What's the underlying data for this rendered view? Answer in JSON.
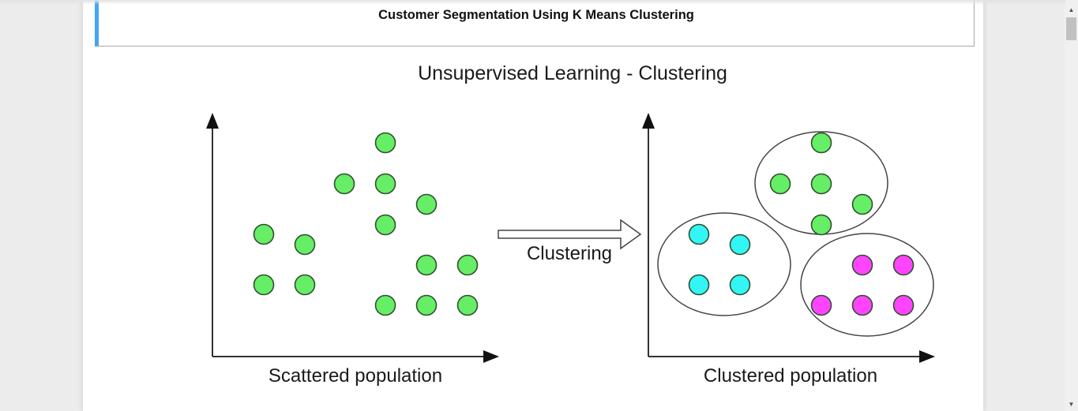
{
  "header": {
    "title": "Customer Segmentation Using K Means Clustering",
    "accent_color": "#42a5f5"
  },
  "diagram": {
    "title": "Unsupervised Learning - Clustering",
    "arrow_label": "Clustering",
    "left_panel": {
      "caption": "Scattered population",
      "points_color": "#66ee66"
    },
    "right_panel": {
      "caption": "Clustered population",
      "clusters": [
        {
          "name": "cluster-green",
          "color": "#66ee66",
          "count": 5
        },
        {
          "name": "cluster-cyan",
          "color": "#33f5f5",
          "count": 4
        },
        {
          "name": "cluster-magenta",
          "color": "#ff44ff",
          "count": 5
        }
      ]
    }
  },
  "scrollbar": {
    "up_icon": "▲",
    "down_icon": "▼"
  }
}
